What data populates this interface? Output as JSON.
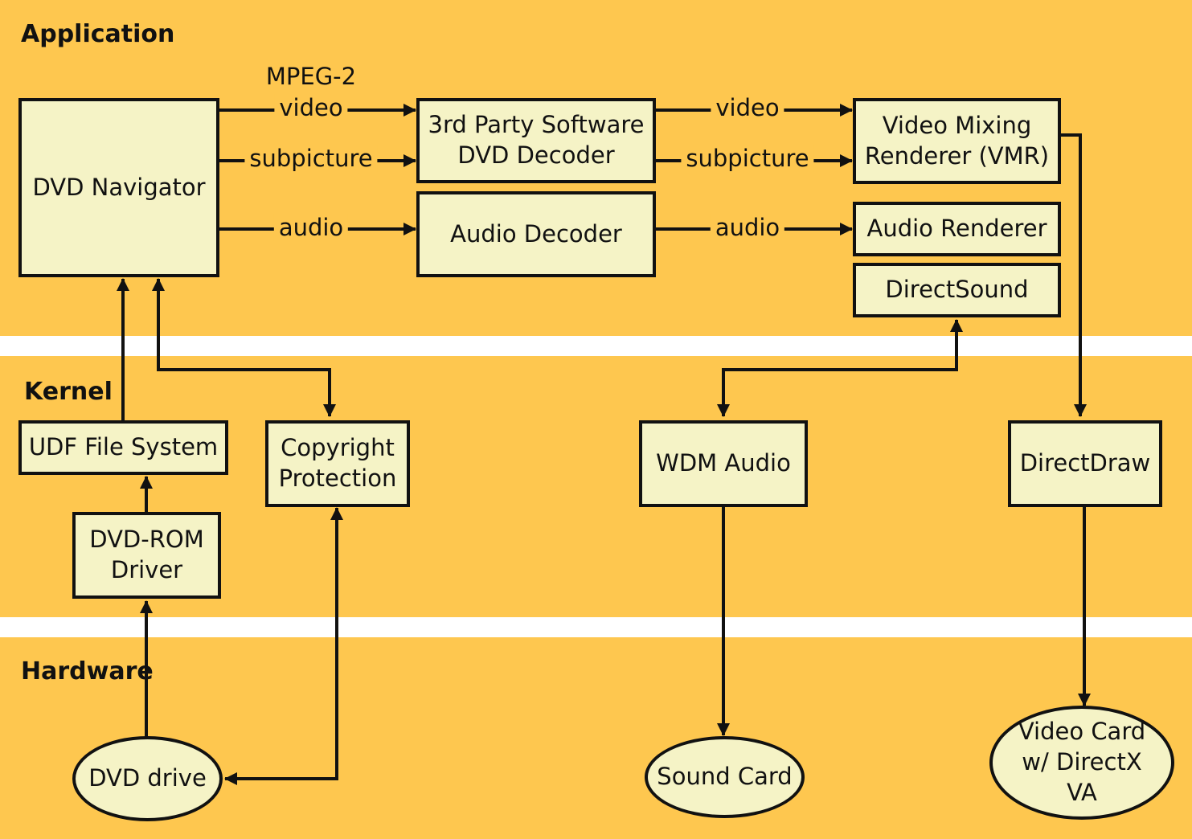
{
  "layers": {
    "application": "Application",
    "kernel": "Kernel",
    "hardware": "Hardware"
  },
  "colors": {
    "band": "#fec74f",
    "separator": "#ffffff",
    "box_fill": "#f5f3c6",
    "stroke": "#111111"
  },
  "components": {
    "dvd_navigator": "DVD Navigator",
    "sw_decoder": "3rd Party Software\nDVD Decoder",
    "audio_decoder": "Audio Decoder",
    "vmr": "Video Mixing\nRenderer (VMR)",
    "audio_renderer": "Audio Renderer",
    "directsound": "DirectSound",
    "udf": "UDF File System",
    "copyright": "Copyright\nProtection",
    "dvdrom_driver": "DVD-ROM\nDriver",
    "wdm_audio": "WDM Audio",
    "directdraw": "DirectDraw",
    "dvd_drive": "DVD drive",
    "sound_card": "Sound Card",
    "video_card": "Video Card\nw/ DirectX\nVA"
  },
  "streams": {
    "mpeg2": "MPEG-2",
    "nav_video": "video",
    "nav_subpicture": "subpicture",
    "nav_audio": "audio",
    "dec_video": "video",
    "dec_subpicture": "subpicture",
    "dec_audio": "audio"
  },
  "connections": [
    {
      "from": "DVD Navigator",
      "to": "3rd Party Software DVD Decoder",
      "label": "video"
    },
    {
      "from": "DVD Navigator",
      "to": "3rd Party Software DVD Decoder",
      "label": "subpicture"
    },
    {
      "from": "DVD Navigator",
      "to": "Audio Decoder",
      "label": "audio"
    },
    {
      "from": "3rd Party Software DVD Decoder",
      "to": "Video Mixing Renderer (VMR)",
      "label": "video"
    },
    {
      "from": "3rd Party Software DVD Decoder",
      "to": "Video Mixing Renderer (VMR)",
      "label": "subpicture"
    },
    {
      "from": "Audio Decoder",
      "to": "Audio Renderer",
      "label": "audio"
    },
    {
      "from": "Video Mixing Renderer (VMR)",
      "to": "DirectDraw",
      "label": ""
    },
    {
      "from": "DirectDraw",
      "to": "Video Card w/ DirectX VA",
      "label": ""
    },
    {
      "from": "UDF File System",
      "to": "DVD Navigator",
      "label": ""
    },
    {
      "from": "DVD Navigator",
      "to": "Copyright Protection",
      "label": "",
      "bidirectional": true
    },
    {
      "from": "DVD-ROM Driver",
      "to": "UDF File System",
      "label": ""
    },
    {
      "from": "DVD drive",
      "to": "DVD-ROM Driver",
      "label": ""
    },
    {
      "from": "Copyright Protection",
      "to": "DVD drive",
      "label": "",
      "bidirectional": true
    },
    {
      "from": "DirectSound",
      "to": "WDM Audio",
      "label": "",
      "bidirectional": true
    },
    {
      "from": "WDM Audio",
      "to": "Sound Card",
      "label": ""
    }
  ]
}
